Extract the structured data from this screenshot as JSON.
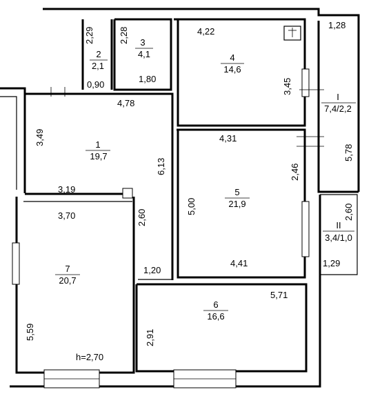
{
  "rooms": [
    {
      "id": "2",
      "area": "2,1"
    },
    {
      "id": "3",
      "area": "4,1"
    },
    {
      "id": "4",
      "area": "14,6"
    },
    {
      "id": "1",
      "area": "19,7"
    },
    {
      "id": "5",
      "area": "21,9"
    },
    {
      "id": "7",
      "area": "20,7"
    },
    {
      "id": "6",
      "area": "16,6"
    },
    {
      "id": "I",
      "area": "7,4/2,2"
    },
    {
      "id": "II",
      "area": "3,4/1,0"
    }
  ],
  "dimensions": {
    "d_229": "2,29",
    "d_228": "2,28",
    "d_422": "4,22",
    "d_128": "1,28",
    "d_090": "0,90",
    "d_180": "1,80",
    "d_345": "3,45",
    "d_478": "4,78",
    "d_349": "3,49",
    "d_613": "6,13",
    "d_431": "4,31",
    "d_578": "5,78",
    "d_246": "2,46",
    "d_319": "3,19",
    "d_260a": "2,60",
    "d_370": "3,70",
    "d_500": "5,00",
    "d_260b": "2,60",
    "d_441": "4,41",
    "d_129": "1,29",
    "d_120": "1,20",
    "d_571": "5,71",
    "d_559": "5,59",
    "d_291": "2,91"
  },
  "ceiling_height": "h=2,70"
}
